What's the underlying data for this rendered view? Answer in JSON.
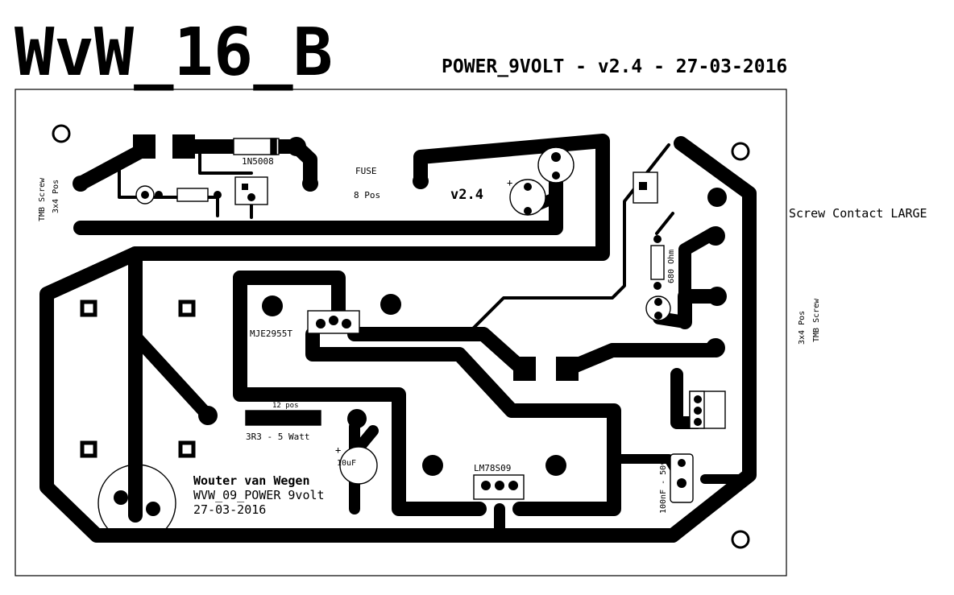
{
  "header": {
    "logo": "WvW_16_B",
    "subtitle": "POWER_9VOLT - v2.4 - 27-03-2016"
  },
  "side_labels": {
    "screw_contact": "Screw Contact LARGE",
    "left_tmb": "TMB Screw",
    "left_pos": "3x4 Pos",
    "right_pos": "3x4 Pos",
    "right_tmb": "TMB Screw"
  },
  "components": {
    "diode": "1N5008",
    "fuse": "FUSE",
    "fuse_pos": "8 Pos",
    "version": "v2.4",
    "transistor": "MJE2955T",
    "resistor_pos": "12 pos",
    "resistor": "3R3 - 5 Watt",
    "regulator": "LM78S09",
    "cap_small": "10uF",
    "cap_plus": "+",
    "cap_100n": "100nF - 50v",
    "resistor_680": "680 Ohm"
  },
  "author": {
    "name": "Wouter van Wegen",
    "project": "WVW_09_POWER 9volt",
    "date": "27-03-2016"
  },
  "colors": {
    "ink": "#000000",
    "board": "#ffffff"
  }
}
